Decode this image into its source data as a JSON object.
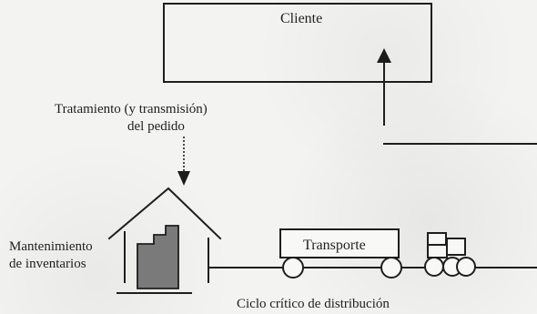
{
  "diagram": {
    "client_label": "Cliente",
    "process_label_line1": "Tratamiento (y transmisión)",
    "process_label_line2": "del pedido",
    "inventory_label_line1": "Mantenimiento",
    "inventory_label_line2": "de inventarios",
    "transport_label": "Transporte",
    "cycle_label": "Ciclo crítico de distribución"
  }
}
